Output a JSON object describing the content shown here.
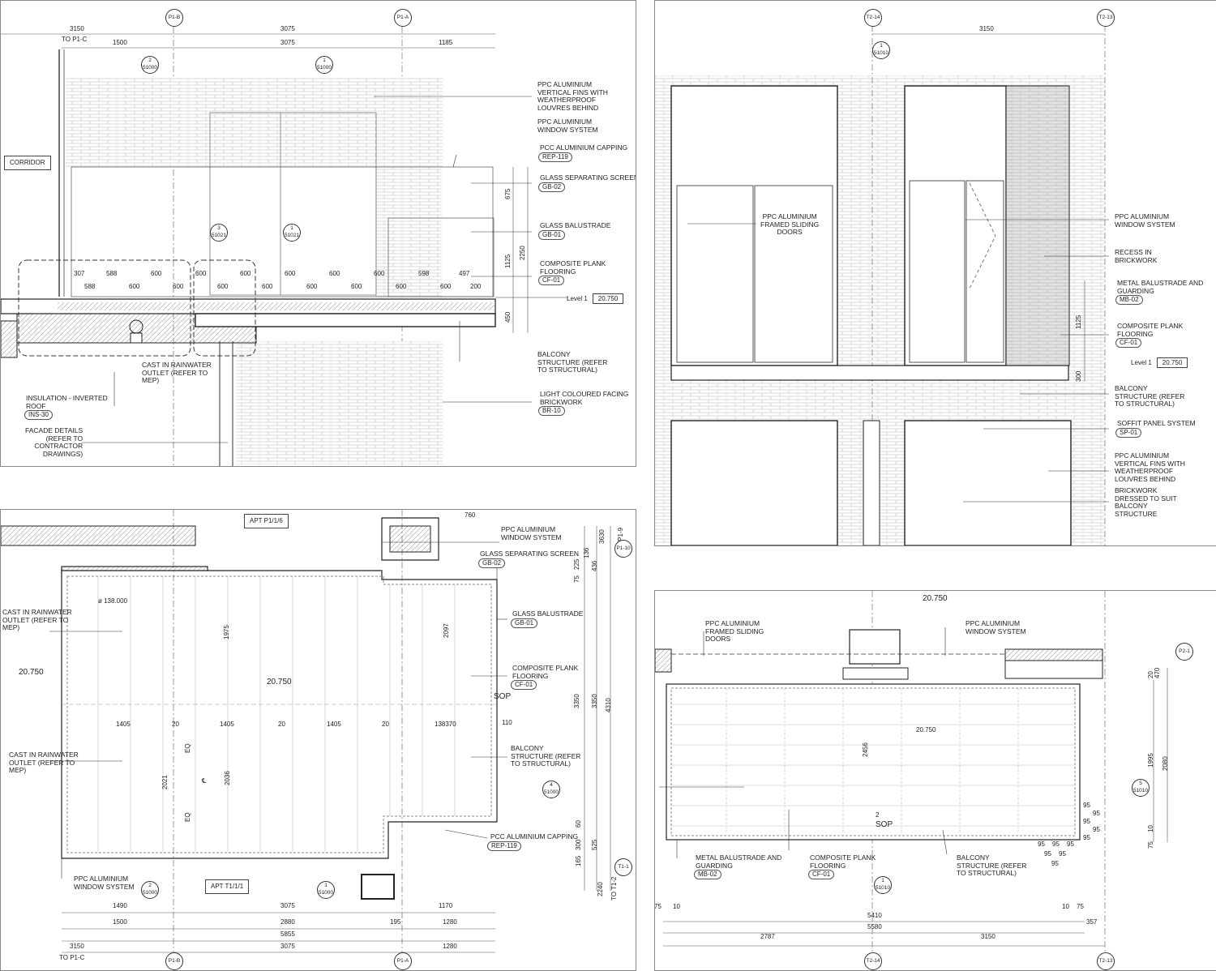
{
  "panel_tl": {
    "grid_top": [
      "P1-B",
      "P1-A"
    ],
    "dims_row1": [
      "3150",
      "3075"
    ],
    "dims_row1_sub": "TO P1-C",
    "dims_row2": [
      "1500",
      "3075",
      "1185"
    ],
    "section_marks": [
      {
        "n": "2",
        "ref": "51000"
      },
      {
        "n": "1",
        "ref": "51000"
      },
      {
        "n": "3",
        "ref": "51021"
      },
      {
        "n": "1",
        "ref": "51021"
      }
    ],
    "corridor": "CORRIDOR",
    "dims_top_row": [
      "307",
      "588",
      "600",
      "600",
      "600",
      "600",
      "600",
      "600",
      "598",
      "497"
    ],
    "dims_bot_row": [
      "588",
      "600",
      "600",
      "600",
      "600",
      "600",
      "600",
      "600",
      "600",
      "200"
    ],
    "vdims": [
      "675",
      "2250",
      "1125",
      "450"
    ],
    "level_label": "Level 1",
    "level_value": "20.750",
    "labels": [
      {
        "text": "PPC ALUMINIUM\nVERTICAL FINS WITH\nWEATHERPROOF\nLOUVRES BEHIND",
        "code": ""
      },
      {
        "text": "PPC ALUMINIUM\nWINDOW SYSTEM",
        "code": ""
      },
      {
        "text": "PCC ALUMINIUM CAPPING",
        "code": "REP-119"
      },
      {
        "text": "GLASS SEPARATING SCREEN",
        "code": "GB-02"
      },
      {
        "text": "GLASS BALUSTRADE",
        "code": "GB-01"
      },
      {
        "text": "COMPOSITE PLANK\nFLOORING",
        "code": "CF-01"
      },
      {
        "text": "BALCONY\nSTRUCTURE (REFER\nTO STRUCTURAL)",
        "code": ""
      },
      {
        "text": "LIGHT COLOURED FACING\nBRICKWORK",
        "code": "BR-10"
      },
      {
        "text": "CAST IN RAINWATER\nOUTLET (REFER TO\nMEP)",
        "code": ""
      },
      {
        "text": "INSULATION - INVERTED\nROOF",
        "code": "INS-30"
      },
      {
        "text": "FACADE DETAILS\n(REFER TO\nCONTRACTOR\nDRAWINGS)",
        "code": ""
      }
    ]
  },
  "panel_tr": {
    "grid_top": [
      "T2-14",
      "T2-13"
    ],
    "dim_top": "3150",
    "section_mark": {
      "n": "1",
      "ref": "51010"
    },
    "vdims": [
      "1125",
      "300"
    ],
    "level_label": "Level 1",
    "level_value": "20.750",
    "labels": [
      {
        "text": "PPC ALUMINIUM\nFRAMED SLIDING\nDOORS",
        "code": ""
      },
      {
        "text": "PPC ALUMINIUM\nWINDOW SYSTEM",
        "code": ""
      },
      {
        "text": "RECESS IN\nBRICKWORK",
        "code": ""
      },
      {
        "text": "METAL BALUSTRADE AND\nGUARDING",
        "code": "MB-02"
      },
      {
        "text": "COMPOSITE PLANK\nFLOORING",
        "code": "CF-01"
      },
      {
        "text": "BALCONY\nSTRUCTURE (REFER\nTO STRUCTURAL)",
        "code": ""
      },
      {
        "text": "SOFFIT PANEL SYSTEM",
        "code": "SP-01"
      },
      {
        "text": "PPC ALUMINIUM\nVERTICAL FINS WITH\nWEATHERPROOF\nLOUVRES BEHIND",
        "code": ""
      },
      {
        "text": "BRICKWORK\nDRESSED TO SUIT\nBALCONY\nSTRUCTURE",
        "code": ""
      }
    ]
  },
  "panel_bl": {
    "room_top": "APT P1/1/6",
    "room_bottom": "APT T1/1/1",
    "dim_760": "760",
    "diam": "ø 138.000",
    "levels": [
      "20.750",
      "20.750"
    ],
    "sop": "SOP",
    "dim_110": "110",
    "row_dims": [
      "1405",
      "20",
      "1405",
      "20",
      "1405",
      "20",
      "138370"
    ],
    "vdims_inner": [
      "1975",
      "2097",
      "2021",
      "2036"
    ],
    "eq": [
      "EQ",
      "EQ"
    ],
    "cl": "℄",
    "right_vdims": [
      "3630",
      "TO P1-9",
      "225",
      "136",
      "436",
      "75",
      "3350",
      "3350",
      "4310",
      "60",
      "300",
      "525",
      "165",
      "2240",
      "TO T1-2"
    ],
    "grid_right": [
      "P1-10",
      "T1-1"
    ],
    "section_marks": [
      {
        "n": "4",
        "ref": "51000"
      },
      {
        "n": "2",
        "ref": "51000"
      },
      {
        "n": "1",
        "ref": "51000"
      }
    ],
    "dims_b1": [
      "1490",
      "3075",
      "1170"
    ],
    "dims_b2": [
      "1500",
      "2880",
      "195",
      "1280"
    ],
    "dims_b3": "5855",
    "dims_b4": [
      "3150",
      "3075",
      "1280"
    ],
    "dims_b4_sub": "TO P1-C",
    "grid_bottom": [
      "P1-B",
      "P1-A"
    ],
    "labels": [
      {
        "text": "PPC ALUMINIUM\nWINDOW SYSTEM",
        "code": ""
      },
      {
        "text": "GLASS SEPARATING SCREEN",
        "code": "GB-02"
      },
      {
        "text": "GLASS BALUSTRADE",
        "code": "GB-01"
      },
      {
        "text": "COMPOSITE PLANK\nFLOORING",
        "code": "CF-01"
      },
      {
        "text": "BALCONY\nSTRUCTURE (REFER\nTO STRUCTURAL)",
        "code": ""
      },
      {
        "text": "PCC ALUMINIUM CAPPING",
        "code": "REP-119"
      },
      {
        "text": "CAST IN RAINWATER\nOUTLET (REFER TO\nMEP)",
        "code": ""
      },
      {
        "text": "CAST IN RAINWATER\nOUTLET (REFER TO\nMEP)",
        "code": ""
      },
      {
        "text": "PPC ALUMINIUM\nWINDOW SYSTEM",
        "code": ""
      }
    ]
  },
  "panel_br": {
    "level_top": "20.750",
    "level_mid": "20.750",
    "grid_right": "P2-1",
    "vdims_right": [
      "470",
      "20",
      "1995",
      "2080",
      "10",
      "75"
    ],
    "vdim_inner": "2456",
    "section_mark": {
      "n": "5",
      "ref": "51010"
    },
    "section_mark_b": {
      "n": "1",
      "ref": "51010"
    },
    "sop": "SOP",
    "sop_n": "2",
    "small95": [
      "95",
      "95",
      "95",
      "95",
      "95",
      "95",
      "95",
      "95",
      "95",
      "95",
      "95"
    ],
    "dims_b1": [
      "75",
      "10",
      "5410",
      "10",
      "75"
    ],
    "dims_b2": [
      "5580",
      "357"
    ],
    "dims_b3": [
      "2787",
      "3150"
    ],
    "grid_bottom": [
      "T2-14",
      "T2-13"
    ],
    "labels": [
      {
        "text": "PPC ALUMINIUM\nFRAMED SLIDING\nDOORS",
        "code": ""
      },
      {
        "text": "PPC ALUMINIUM\nWINDOW SYSTEM",
        "code": ""
      },
      {
        "text": "METAL BALUSTRADE AND\nGUARDING",
        "code": "MB-02"
      },
      {
        "text": "COMPOSITE PLANK\nFLOORING",
        "code": "CF-01"
      },
      {
        "text": "BALCONY\nSTRUCTURE (REFER\nTO STRUCTURAL)",
        "code": ""
      }
    ]
  }
}
